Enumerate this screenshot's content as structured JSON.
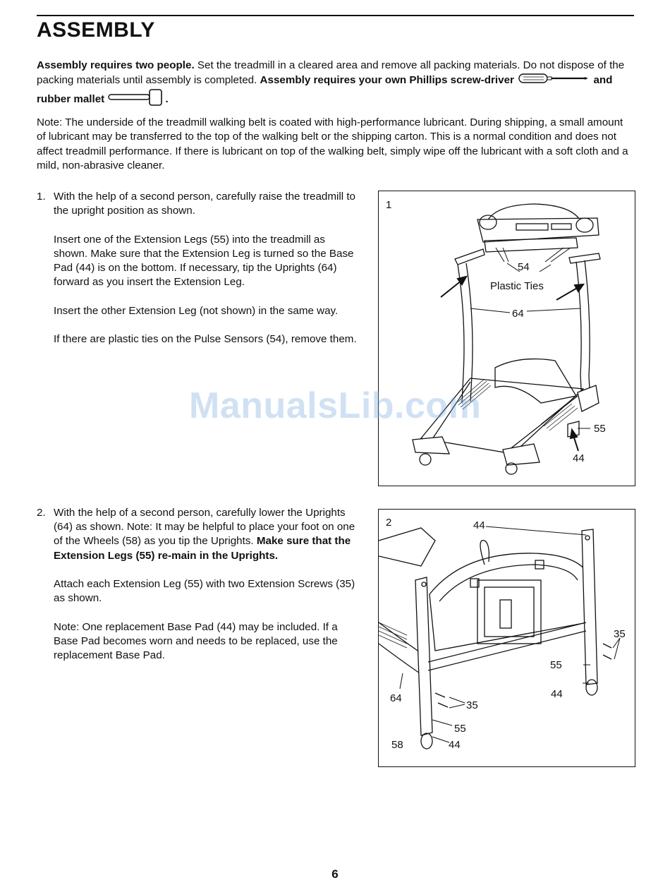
{
  "section_title": "ASSEMBLY",
  "intro": {
    "bold1": "Assembly requires two people.",
    "text1": " Set the treadmill in a cleared area and remove all packing materials. Do not dispose of the packing materials until assembly is completed. ",
    "bold2": "Assembly requires your own Phillips screw-driver",
    "bold3": "and rubber mallet",
    "end": "."
  },
  "note": "Note: The underside of the treadmill walking belt is coated with high-performance lubricant. During shipping, a small amount of lubricant may be transferred to the top of the walking belt or the shipping carton. This is a normal condition and does not affect treadmill performance. If there is lubricant on top of the walking belt, simply wipe off the lubricant with a soft cloth and a mild, non-abrasive cleaner.",
  "steps": [
    {
      "number": "1.",
      "paragraphs": [
        "With the help of a second person, carefully raise the treadmill to the upright position as shown.",
        "Insert one of the Extension Legs (55) into the treadmill as shown. Make sure that the Extension Leg is turned so the Base Pad (44) is on the bottom. If necessary, tip the Uprights (64) forward as you insert the Extension Leg.",
        "Insert the other Extension Leg (not shown) in the same way.",
        "If there are plastic ties on the Pulse Sensors (54), remove them."
      ]
    },
    {
      "number": "2.",
      "p1_text": "With the help of a second person, carefully lower the Uprights (64) as shown. Note: It may be helpful to place your foot on one of the Wheels (58) as you tip the Uprights. ",
      "p1_bold": "Make sure that the Extension Legs (55) re-main in the Uprights.",
      "paragraphs": [
        "Attach each Extension Leg (55) with two Extension Screws (35) as shown.",
        "Note: One replacement Base Pad (44) may be included. If a Base Pad becomes worn and needs to be replaced, use the replacement Base Pad."
      ]
    }
  ],
  "figure1": {
    "number": "1",
    "labels": {
      "pulse_sensors": "54",
      "plastic_ties": "Plastic Ties",
      "uprights": "64",
      "extension_leg": "55",
      "base_pad": "44"
    }
  },
  "figure2": {
    "number": "2",
    "labels": {
      "base_pad_top": "44",
      "screws_right": "35",
      "ext_leg_right": "55",
      "base_pad_right": "44",
      "uprights": "64",
      "screws_left": "35",
      "ext_leg_left": "55",
      "wheel": "58",
      "base_pad_left": "44"
    }
  },
  "watermark": "ManualsLib.com",
  "page_number": "6"
}
